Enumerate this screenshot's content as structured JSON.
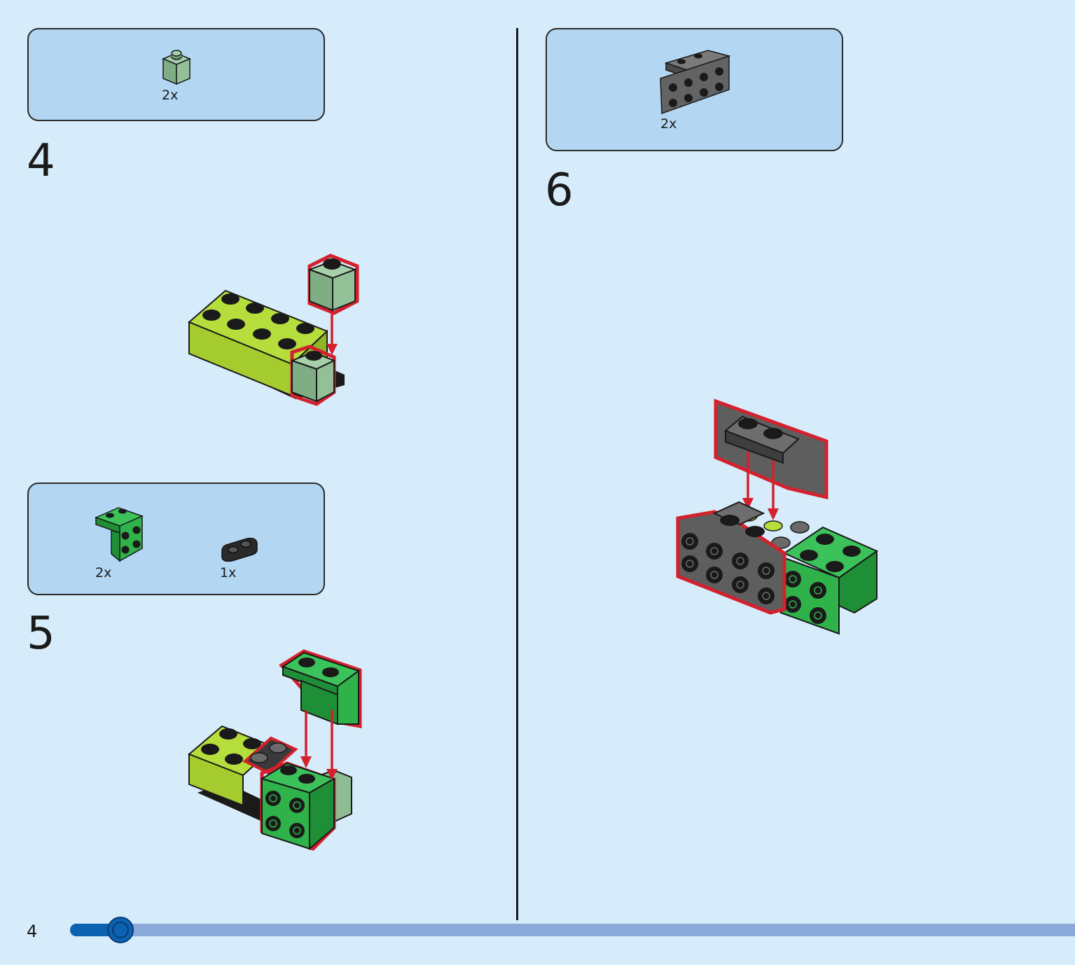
{
  "steps": [
    {
      "number": "4",
      "parts": [
        {
          "qty": "2x",
          "name": "sand-green-brick-1x1"
        }
      ]
    },
    {
      "number": "5",
      "parts": [
        {
          "qty": "2x",
          "name": "green-bracket-1x2-2x2"
        },
        {
          "qty": "1x",
          "name": "black-plate-1x2-rounded"
        }
      ]
    },
    {
      "number": "6",
      "parts": [
        {
          "qty": "2x",
          "name": "dark-gray-bracket-1x2-2x4"
        }
      ]
    }
  ],
  "page": {
    "number": "4",
    "progress": 0.05
  },
  "colors": {
    "background": "#d6ecfa",
    "parts_box": "#b3d7f3",
    "lime": "#b5dd3c",
    "green": "#2fb24a",
    "sand_green": "#8fbc93",
    "dark_gray": "#636363",
    "black": "#1a1a1a",
    "highlight": "#d3212d",
    "progress_fill": "#0a62b0",
    "progress_track": "#8aa8d8"
  }
}
